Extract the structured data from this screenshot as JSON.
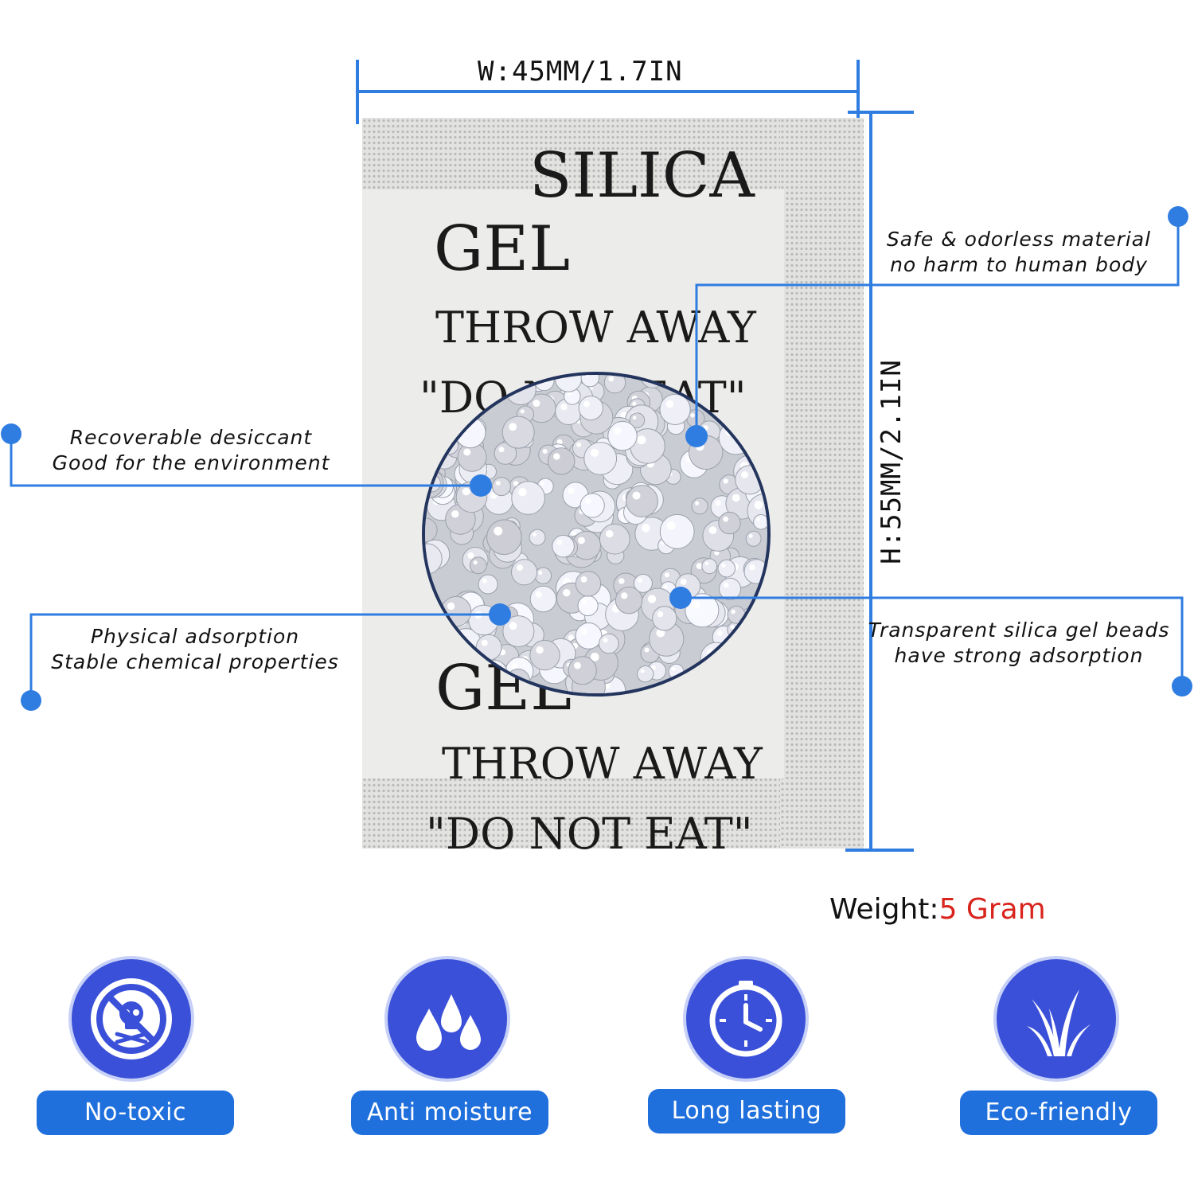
{
  "dimensions": {
    "width": "W:45MM/1.7IN",
    "height": "H:55MM/2.1IN"
  },
  "packet": {
    "line1": "SILICA",
    "line2": "GEL",
    "line3": "THROW AWAY",
    "line4": "\"DO NOT EAT\"",
    "line5": "GEL",
    "line6": "THROW AWAY",
    "line7": "\"DO NOT EAT\""
  },
  "callouts": {
    "left_top": [
      "Recoverable desiccant",
      "Good for the environment"
    ],
    "left_bottom": [
      "Physical adsorption",
      "Stable chemical properties"
    ],
    "right_top": [
      "Safe & odorless material",
      "no harm to human body"
    ],
    "right_bottom": [
      "Transparent silica gel beads",
      "have strong adsorption"
    ]
  },
  "weight": {
    "label": "Weight:",
    "value": "5 Gram"
  },
  "features": [
    {
      "label": "No-toxic",
      "icon": "no-toxic-icon"
    },
    {
      "label": "Anti moisture",
      "icon": "water-drops-icon"
    },
    {
      "label": "Long lasting",
      "icon": "clock-icon"
    },
    {
      "label": "Eco-friendly",
      "icon": "grass-icon"
    }
  ],
  "colors": {
    "accent_line": "#2f7de1",
    "icon_circle": "#3a50d8",
    "pill": "#1f6fdc",
    "weight_value": "#d8241c"
  }
}
